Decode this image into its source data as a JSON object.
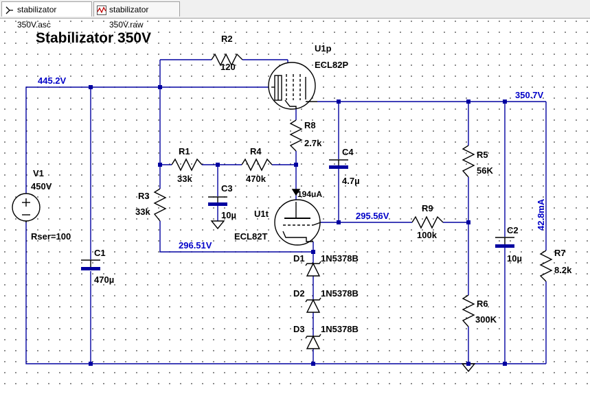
{
  "tabs": [
    {
      "label": "stabilizator 350V.asc",
      "icon": "schematic-icon"
    },
    {
      "label": "stabilizator 350V.raw",
      "icon": "waveform-icon"
    }
  ],
  "schematic": {
    "title": "Stabilizator 350V",
    "colors": {
      "wire": "#0000a0",
      "label": "#000000",
      "node_voltage": "#0000c8",
      "junction": "#0000a0"
    },
    "components": {
      "R2": {
        "name": "R2",
        "value": "120"
      },
      "U1p": {
        "name": "U1p",
        "value": "ECL82P"
      },
      "R8": {
        "name": "R8",
        "value": "2.7k"
      },
      "V1": {
        "name": "V1",
        "value": "450V",
        "extra": "Rser=100"
      },
      "R1": {
        "name": "R1",
        "value": "33k"
      },
      "R4": {
        "name": "R4",
        "value": "470k"
      },
      "C4": {
        "name": "C4",
        "value": "4.7µ"
      },
      "R5": {
        "name": "R5",
        "value": "56K"
      },
      "C3": {
        "name": "C3",
        "value": "10µ"
      },
      "R3": {
        "name": "R3",
        "value": "33k"
      },
      "U1t": {
        "name": "U1t",
        "value": "ECL82T"
      },
      "R9": {
        "name": "R9",
        "value": "100k"
      },
      "C2": {
        "name": "C2",
        "value": "10µ"
      },
      "R7": {
        "name": "R7",
        "value": "8.2k"
      },
      "C1": {
        "name": "C1",
        "value": "470µ"
      },
      "D1": {
        "name": "D1",
        "value": "1N5378B"
      },
      "D2": {
        "name": "D2",
        "value": "1N5378B"
      },
      "D3": {
        "name": "D3",
        "value": "1N5378B"
      },
      "R6": {
        "name": "R6",
        "value": "300K"
      }
    },
    "readouts": {
      "v_in": "445.2V",
      "v_out": "350.7V",
      "v_grid": "295.56V",
      "v_cathode": "296.51V",
      "i_triode": "194uA",
      "i_load": "42.8mA"
    }
  }
}
